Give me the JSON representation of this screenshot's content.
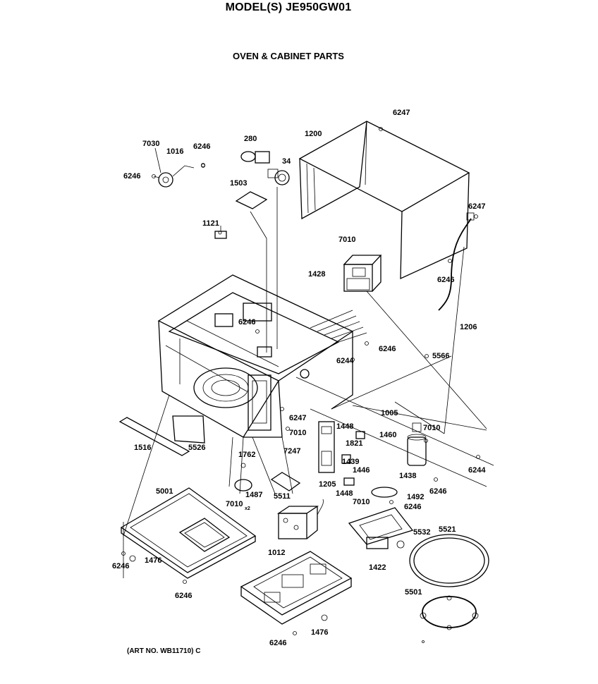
{
  "header": {
    "title": "MODEL(S) JE950GW01",
    "subtitle": "OVEN & CABINET PARTS"
  },
  "footer": {
    "art_number": "(ART NO. WB11710) C"
  },
  "callouts": {
    "c6247a": "6247",
    "c7030": "7030",
    "c1016": "1016",
    "c6246a": "6246",
    "c280": "280",
    "c1200": "1200",
    "c34": "34",
    "c6246b": "6246",
    "c1503": "1503",
    "c6247b": "6247",
    "c1121": "1121",
    "c7010a": "7010",
    "c1428": "1428",
    "c6246c": "6246",
    "c1206": "1206",
    "c6246d": "6246",
    "c6246e": "6246",
    "c5566": "5566",
    "c6244a": "6244",
    "c1005": "1005",
    "c6247c": "6247",
    "c7010b": "7010",
    "c1448a": "1448",
    "c7010c": "7010",
    "c1460": "1460",
    "c1821": "1821",
    "c1516": "1516",
    "c5526": "5526",
    "c7247": "7247",
    "c1762": "1762",
    "c1439": "1439",
    "c1446": "1446",
    "c6244b": "6244",
    "c1438": "1438",
    "c1205": "1205",
    "c6246f": "6246",
    "c1448b": "1448",
    "c5001": "5001",
    "c1487": "1487",
    "c7010d": "7010",
    "c7010x2": "x2",
    "c5511": "5511",
    "c1492": "1492",
    "c7010e": "7010",
    "c6246g": "6246",
    "c5532": "5532",
    "c5521": "5521",
    "c1012": "1012",
    "c1422": "1422",
    "c6246h": "6246",
    "c1476a": "1476",
    "c6246i": "6246",
    "c5501": "5501",
    "c1476b": "1476",
    "c6246j": "6246"
  }
}
